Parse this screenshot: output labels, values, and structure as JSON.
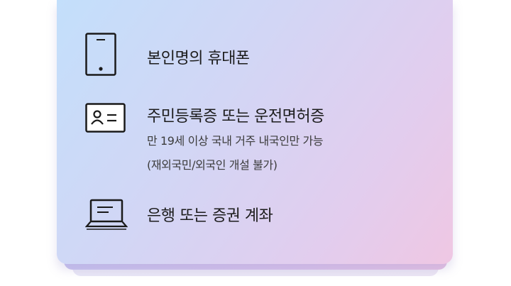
{
  "requirements": {
    "items": [
      {
        "icon": "phone-icon",
        "title": "본인명의 휴대폰"
      },
      {
        "icon": "id-card-icon",
        "title": "주민등록증 또는 운전면허증",
        "note_line1": "만 19세 이상 국내 거주 내국인만 가능",
        "note_line2": "(재외국민/외국인 개설 불가)"
      },
      {
        "icon": "laptop-icon",
        "title": "은행 또는 증권 계좌"
      }
    ]
  }
}
